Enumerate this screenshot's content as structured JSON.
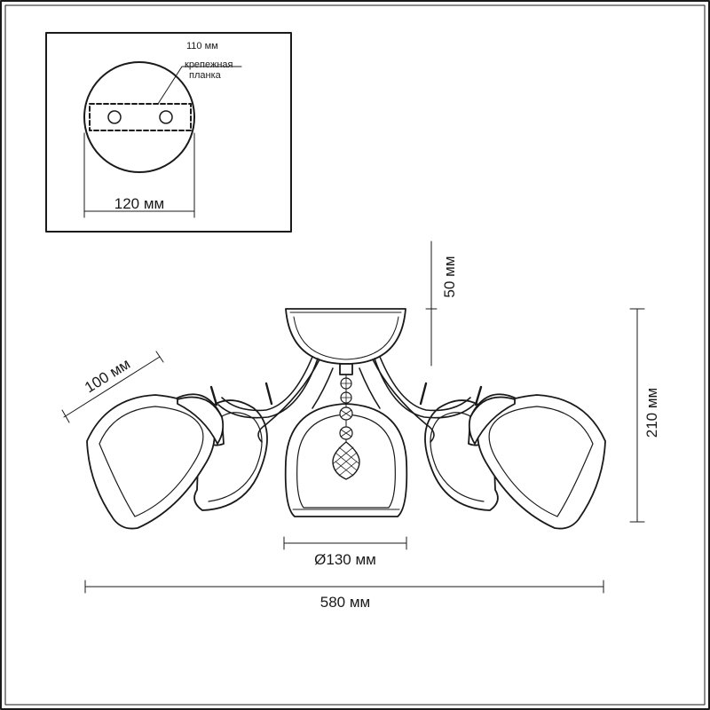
{
  "mount_plate": {
    "plate_length_label": "110 мм",
    "plate_name_line1": "крепежная",
    "plate_name_line2": "планка",
    "base_diameter_label": "120 мм"
  },
  "dimensions": {
    "canopy_height_label": "50 мм",
    "shade_size_label": "100 мм",
    "total_height_label": "210 мм",
    "shade_diameter_label": "Ø130 мм",
    "total_width_label": "580 мм"
  },
  "colors": {
    "line": "#1a1a1a",
    "glass_fill": "#ffffff"
  }
}
